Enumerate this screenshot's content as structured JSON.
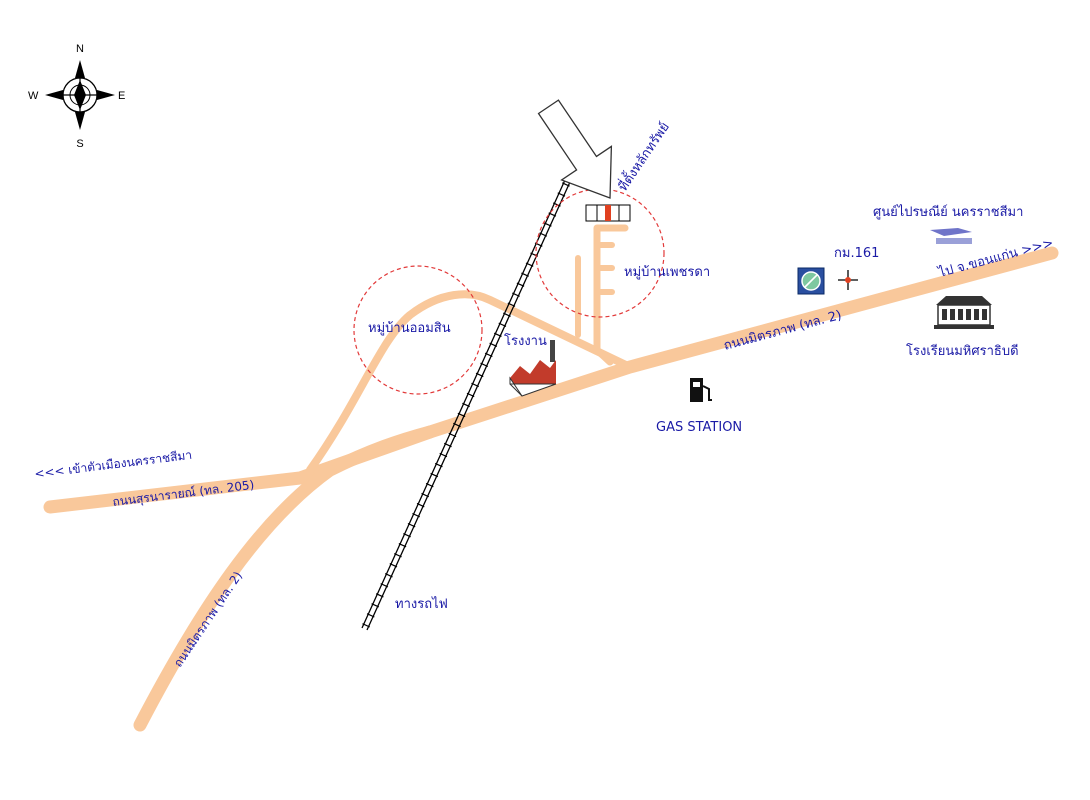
{
  "compass": {
    "north": "N",
    "south": "S",
    "east": "E",
    "west": "W"
  },
  "labels": {
    "property_location": "ที่ตั้งหลักทรัพย์",
    "post_office": "ศูนย์ไปรษณีย์ นครราชสีมา",
    "km_marker": "กม.161",
    "to_khonkaen": "ไป จ.ขอนแก่น >>>",
    "road_mittraphap_east": "ถนนมิตรภาพ (ทล. 2)",
    "road_mittraphap_sw": "ถนนมิตรภาพ (ทล. 2)",
    "road_suranarai": "ถนนสุรนารายณ์ (ทล. 205)",
    "to_city": "<<< เข้าตัวเมืองนครราชสีมา",
    "village_phetcharada": "หมู่บ้านเพชรดา",
    "village_om_sin": "หมู่บ้านออมสิน",
    "factory": "โรงงาน",
    "gas_station": "GAS STATION",
    "school": "โรงเรียนมหิศราธิบดี",
    "railway": "ทางรถไฟ"
  },
  "icons": {
    "compass": "compass-rose-icon",
    "arrow": "pointer-arrow-icon",
    "building": "target-building-icon",
    "post_logo": "post-office-logo-icon",
    "km_sign": "km-marker-sign-icon",
    "crosshair": "crosshair-icon",
    "school": "school-building-icon",
    "factory": "factory-icon",
    "gas_pump": "gas-pump-icon"
  },
  "colors": {
    "road": "#f9c89b",
    "label_text": "#1a1aa6",
    "zone_circle": "#e23a3a",
    "railway": "#000000"
  }
}
